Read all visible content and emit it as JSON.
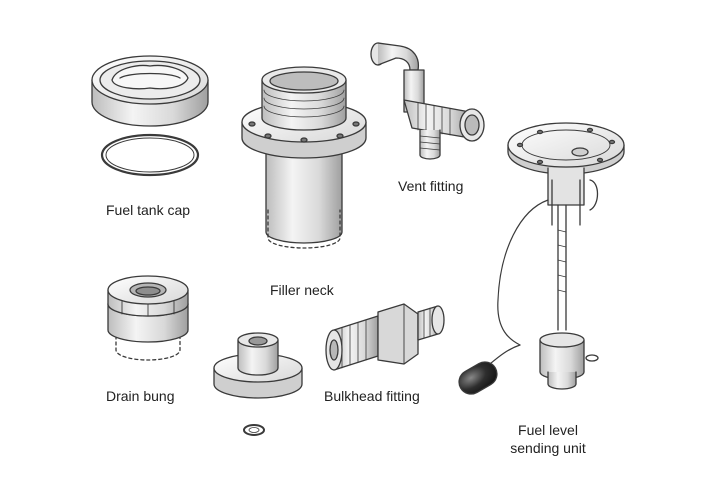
{
  "labels": {
    "fuel_tank_cap": "Fuel tank cap",
    "filler_neck": "Filler neck",
    "vent_fitting": "Vent fitting",
    "drain_bung": "Drain bung",
    "bulkhead_fitting": "Bulkhead fitting",
    "sending_unit_line1": "Fuel level",
    "sending_unit_line2": "sending unit"
  },
  "colors": {
    "stroke": "#3a3a3a",
    "metal_light": "#f2f2f2",
    "metal_mid": "#d2d2d2",
    "metal_dark": "#9a9a9a",
    "float_dark": "#2a2a2a",
    "text": "#222222"
  }
}
